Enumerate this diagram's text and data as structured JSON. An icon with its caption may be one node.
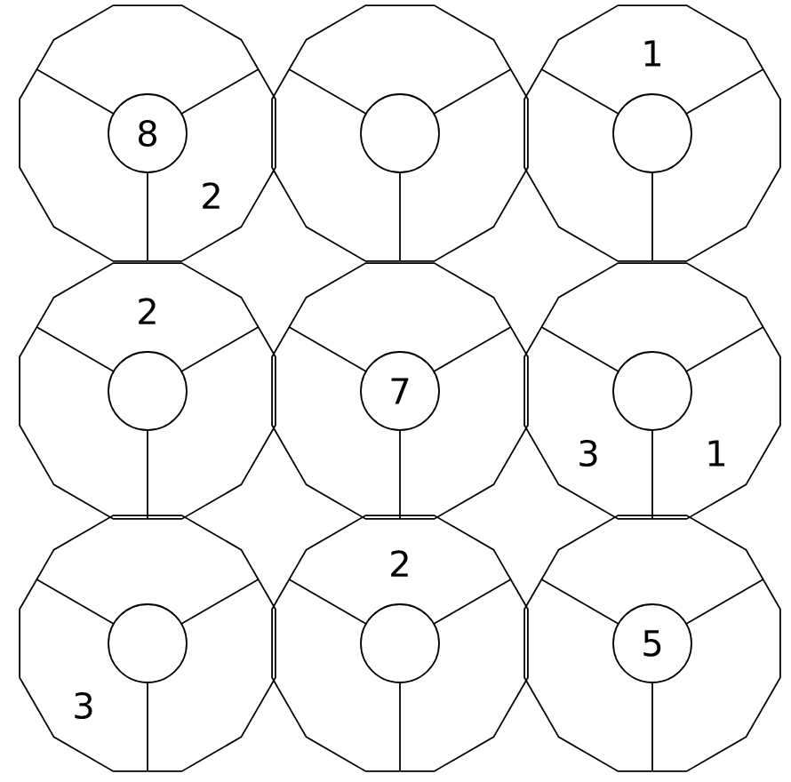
{
  "diagram": {
    "nodes": [
      {
        "text": [
          "2"
        ]
      },
      {
        "text": [],
        "shape": "polygon"
      },
      {
        "text": [
          "1"
        ]
      },
      {
        "text": [
          "2"
        ]
      },
      {
        "text": [],
        "shape": "polygon"
      },
      {
        "text": [
          "3",
          "1"
        ]
      },
      {
        "text": [
          "3"
        ]
      },
      {
        "text": [
          "2"
        ]
      },
      {
        "text": [],
        "shape": "polygon"
      },
      {
        "text": [
          "8"
        ],
        "in": 0
      },
      {
        "text": [],
        "shape": "circle",
        "in": 1
      },
      {
        "text": [],
        "shape": "circle",
        "in": 2
      },
      {
        "text": [],
        "shape": "circle",
        "in": 3
      },
      {
        "text": [
          "7"
        ],
        "in": 4
      },
      {
        "text": [],
        "shape": "circle",
        "in": 5
      },
      {
        "text": [],
        "shape": "circle",
        "in": 6
      },
      {
        "text": [],
        "shape": "circle",
        "in": 7
      },
      {
        "text": [
          "5"
        ],
        "in": 8
      }
    ]
  }
}
